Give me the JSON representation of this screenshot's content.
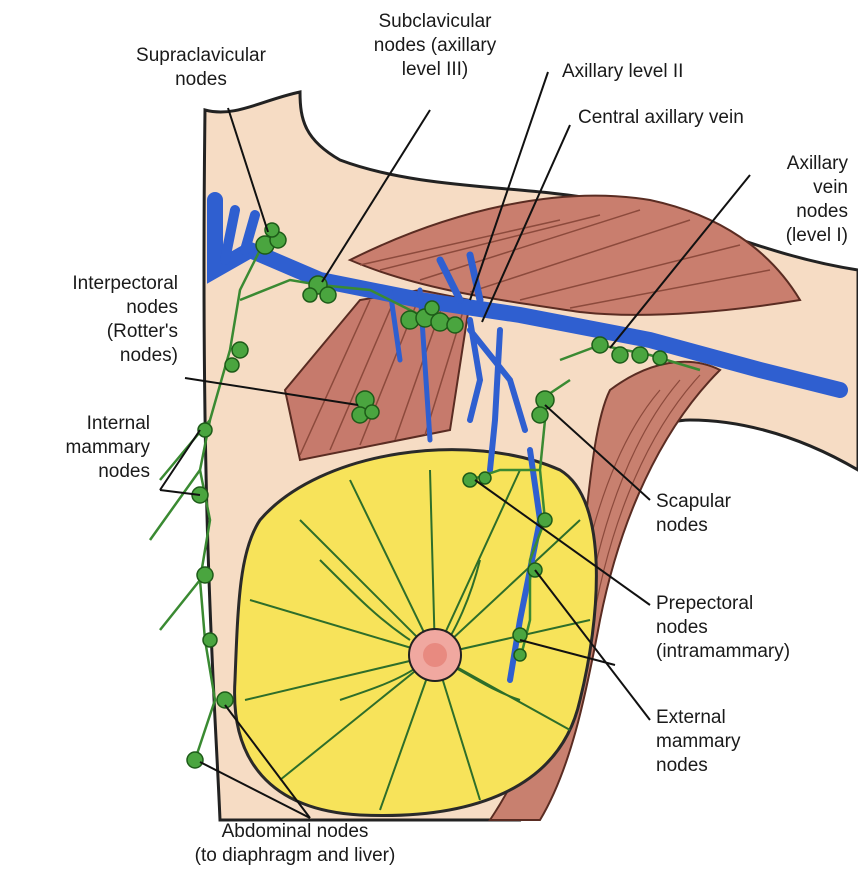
{
  "labels": {
    "supraclavicular": [
      "Supraclavicular",
      "nodes"
    ],
    "subclavicular": [
      "Subclavicular",
      "nodes (axillary",
      "level III)"
    ],
    "axillary_level_ii": [
      "Axillary level II"
    ],
    "central_axillary_vein": [
      "Central axillary vein"
    ],
    "axillary_vein_nodes": [
      "Axillary",
      "vein",
      "nodes",
      "(level I)"
    ],
    "interpectoral": [
      "Interpectoral",
      "nodes",
      "(Rotter's",
      "nodes)"
    ],
    "internal_mammary": [
      "Internal",
      "mammary",
      "nodes"
    ],
    "scapular": [
      "Scapular",
      "nodes"
    ],
    "prepectoral": [
      "Prepectoral",
      "nodes",
      "(intramammary)"
    ],
    "external_mammary": [
      "External",
      "mammary",
      "nodes"
    ],
    "abdominal": [
      "Abdominal nodes",
      "(to diaphragm and liver)"
    ]
  },
  "colors": {
    "skin": "#f6dcc4",
    "outline": "#222222",
    "muscle": "#c9786a",
    "breast": "#f5e04a",
    "lymph": "#2e8b3a",
    "vein": "#2f5fd0",
    "nipple": "#f0a8a0"
  }
}
